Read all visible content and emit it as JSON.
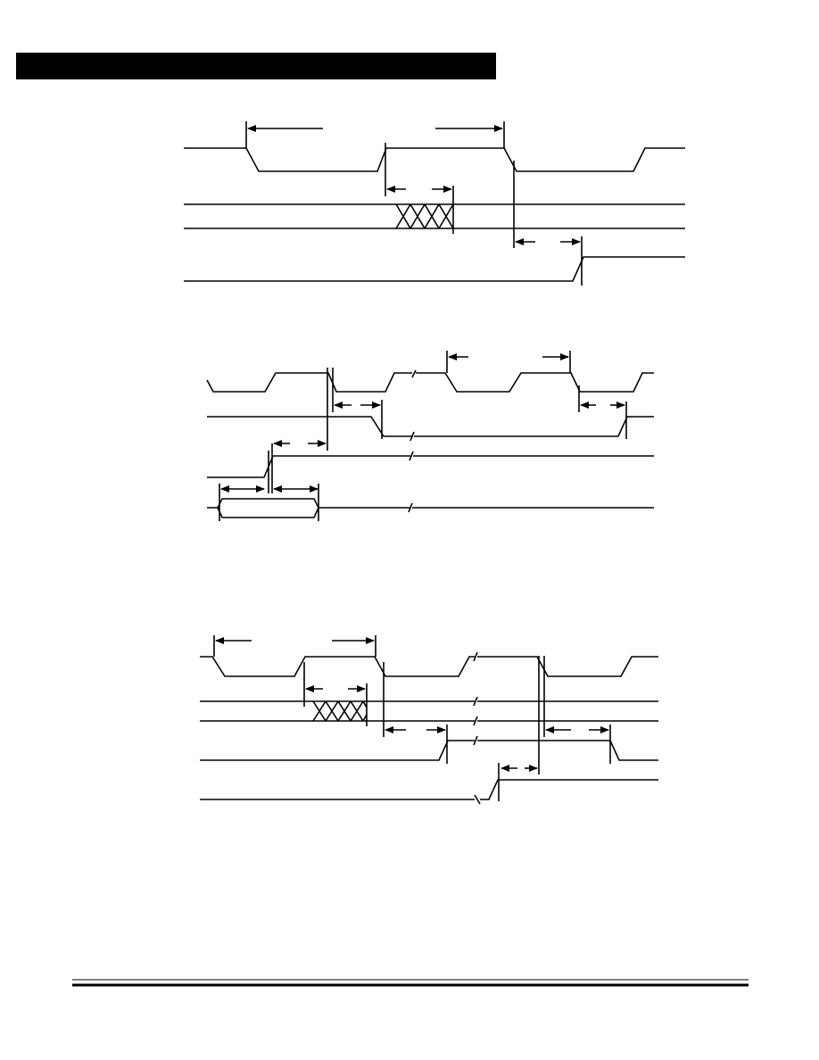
{
  "page": {
    "header_bar_color": "#000000",
    "line_color": "#000000",
    "background_color": "#ffffff"
  },
  "diagrams": [
    {
      "name": "timing-diagram-1",
      "signals": 3,
      "data_bus": true
    },
    {
      "name": "timing-diagram-2",
      "signals": 4,
      "data_bus": false
    },
    {
      "name": "timing-diagram-3",
      "signals": 5,
      "data_bus": true
    }
  ]
}
